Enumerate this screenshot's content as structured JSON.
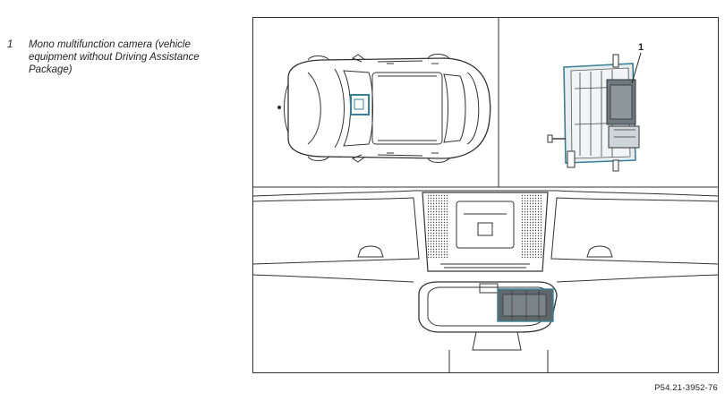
{
  "legend": {
    "items": [
      {
        "number": "1",
        "text": "Mono multifunction camera (vehicle equipment without Driving Assistance Package)"
      }
    ]
  },
  "figure": {
    "callout_number": "1",
    "highlight_color": "#3a7f96",
    "line_color": "#333333",
    "icons": [
      "car-top-view-icon",
      "camera-module-icon",
      "windshield-interior-icon"
    ]
  },
  "figure_code": "P54.21-3952-76"
}
